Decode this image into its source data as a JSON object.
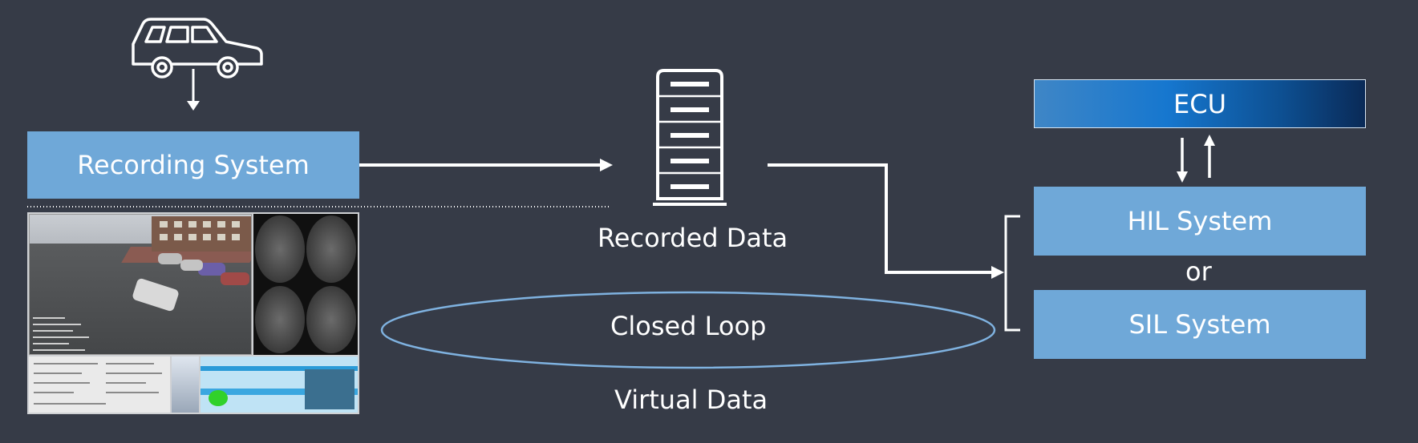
{
  "recording_system": {
    "label": "Recording System"
  },
  "recorded_data": {
    "label": "Recorded Data"
  },
  "closed_loop": {
    "label": "Closed Loop"
  },
  "virtual_data": {
    "label": "Virtual Data"
  },
  "ecu": {
    "label": "ECU"
  },
  "hil_system": {
    "label": "HIL System"
  },
  "or_text": {
    "label": "or"
  },
  "sil_system": {
    "label": "SIL System"
  },
  "icons": [
    "car-icon",
    "server-icon"
  ],
  "colors": {
    "background": "#363b47",
    "box_fill": "#6fa8d8",
    "ellipse": "#7fb2e0",
    "ecu_gradient": [
      "#3f86c6",
      "#1677cf",
      "#0d4f91",
      "#0a2a57"
    ],
    "arrows": "#ffffff"
  }
}
